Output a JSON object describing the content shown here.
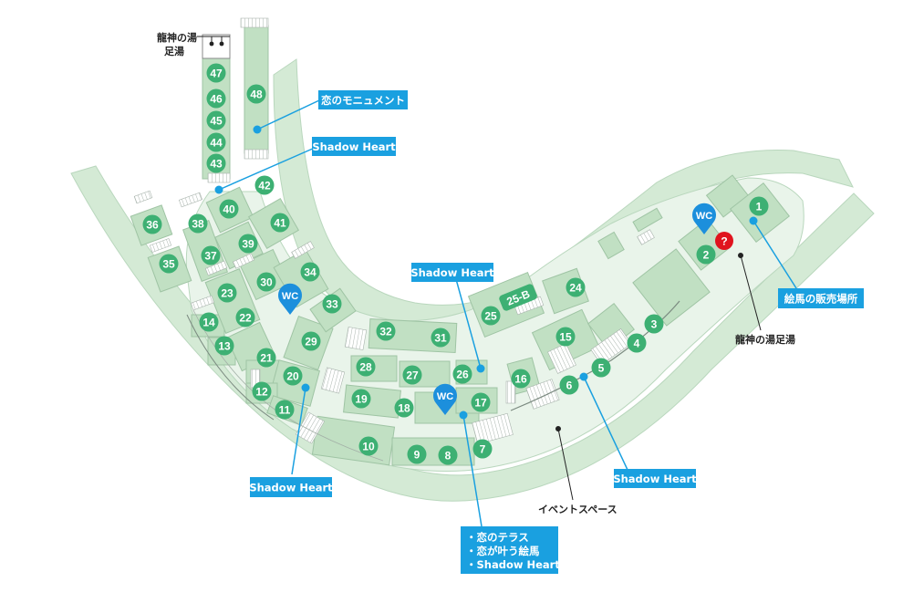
{
  "colors": {
    "ground": "#d4ead5",
    "ground_stroke": "#b9d7bd",
    "deck": "#c1e0c3",
    "stall": "#3db073",
    "callout": "#1aa0e0",
    "wc": "#1c8fdc",
    "info": "#e0141e",
    "steps": "#a9b4ad"
  },
  "stalls": [
    {
      "id": "1",
      "label": "1"
    },
    {
      "id": "2",
      "label": "2"
    },
    {
      "id": "3",
      "label": "3"
    },
    {
      "id": "4",
      "label": "4"
    },
    {
      "id": "5",
      "label": "5"
    },
    {
      "id": "6",
      "label": "6"
    },
    {
      "id": "7",
      "label": "7"
    },
    {
      "id": "8",
      "label": "8"
    },
    {
      "id": "9",
      "label": "9"
    },
    {
      "id": "10",
      "label": "10"
    },
    {
      "id": "11",
      "label": "11"
    },
    {
      "id": "12",
      "label": "12"
    },
    {
      "id": "13",
      "label": "13"
    },
    {
      "id": "14",
      "label": "14"
    },
    {
      "id": "15",
      "label": "15"
    },
    {
      "id": "16",
      "label": "16"
    },
    {
      "id": "17",
      "label": "17"
    },
    {
      "id": "18",
      "label": "18"
    },
    {
      "id": "19",
      "label": "19"
    },
    {
      "id": "20",
      "label": "20"
    },
    {
      "id": "21",
      "label": "21"
    },
    {
      "id": "22",
      "label": "22"
    },
    {
      "id": "23",
      "label": "23"
    },
    {
      "id": "24",
      "label": "24"
    },
    {
      "id": "25",
      "label": "25"
    },
    {
      "id": "25b",
      "label": "25-B"
    },
    {
      "id": "26",
      "label": "26"
    },
    {
      "id": "27",
      "label": "27"
    },
    {
      "id": "28",
      "label": "28"
    },
    {
      "id": "29",
      "label": "29"
    },
    {
      "id": "30",
      "label": "30"
    },
    {
      "id": "31",
      "label": "31"
    },
    {
      "id": "32",
      "label": "32"
    },
    {
      "id": "33",
      "label": "33"
    },
    {
      "id": "34",
      "label": "34"
    },
    {
      "id": "35",
      "label": "35"
    },
    {
      "id": "36",
      "label": "36"
    },
    {
      "id": "37",
      "label": "37"
    },
    {
      "id": "38",
      "label": "38"
    },
    {
      "id": "39",
      "label": "39"
    },
    {
      "id": "40",
      "label": "40"
    },
    {
      "id": "41",
      "label": "41"
    },
    {
      "id": "42",
      "label": "42"
    },
    {
      "id": "43",
      "label": "43"
    },
    {
      "id": "44",
      "label": "44"
    },
    {
      "id": "45",
      "label": "45"
    },
    {
      "id": "46",
      "label": "46"
    },
    {
      "id": "47",
      "label": "47"
    },
    {
      "id": "48",
      "label": "48"
    }
  ],
  "wc_label": "WC",
  "info_label": "?",
  "callouts": {
    "monument": "恋のモニュメント",
    "shadow_heart_top": "Shadow Heart",
    "shadow_heart_center": "Shadow Heart",
    "shadow_heart_left": "Shadow Heart",
    "shadow_heart_right": "Shadow Heart",
    "ema_shop": "絵馬の販売場所",
    "multi_line1": "・恋のテラス",
    "multi_line2": "・恋が叶う絵馬",
    "multi_line3": "・Shadow Heart"
  },
  "labels": {
    "footbath_top_line1": "龍神の湯",
    "footbath_top_line2": "足湯",
    "footbath_right": "龍神の湯足湯",
    "event_space": "イベントスペース"
  }
}
